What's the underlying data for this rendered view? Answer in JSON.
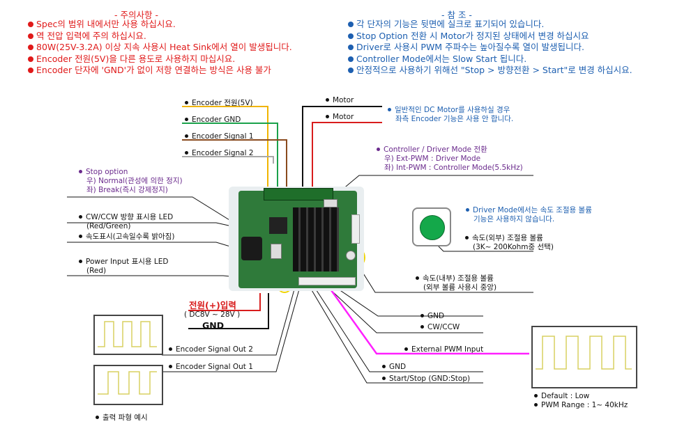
{
  "caution": {
    "title": "- 주의사항 -",
    "items": [
      "Spec의 범위 내에서만 사용 하십시요.",
      "역 전압 입력에 주의 하십시요.",
      "80W(25V-3.2A) 이상 지속 사용시 Heat Sink에서 열이 발생됩니다.",
      "Encoder 전원(5V)을 다른 용도로 사용하지 마십시요.",
      "Encoder 단자에 'GND'가 없이 저항 연결하는 방식은 사용 불가"
    ]
  },
  "reference": {
    "title": "- 참 조 -",
    "items": [
      "각 단자의 기능은 뒷면에 실크로 표기되어 있습니다.",
      "Stop Option 전환 시 Motor가 정지된 상태에서 변경 하십시요",
      "Driver로 사용시 PWM 주파수는 높아질수록 열이 발생됩니다.",
      "Controller Mode에서는 Slow Start 됩니다.",
      "안정적으로 사용하기 위해선 \"Stop > 방향전환 > Start\"로 변경 하십시요."
    ]
  },
  "labels": {
    "enc_power": "Encoder 전원(5V)",
    "enc_gnd": "Encoder GND",
    "enc_sig1": "Encoder Signal 1",
    "enc_sig2": "Encoder Signal 2",
    "motor1": "Motor",
    "motor2": "Motor",
    "dc_motor_note1": "일반적인 DC Motor를 사용하실 경우",
    "dc_motor_note2": "좌측 Encoder 기능은 사용 안 합니다.",
    "mode_title": "Controller / Driver Mode 전환",
    "mode_right": "우) Ext-PWM : Driver Mode",
    "mode_left": "좌) Int-PWM : Controller Mode(5.5kHz)",
    "stop_title": "Stop option",
    "stop_right": "우) Normal(관성에 의한 정지)",
    "stop_left": "좌) Break(즉시 강제정지)",
    "cwccw_led": "CW/CCW 방향 표시용 LED",
    "cwccw_led_sub": "(Red/Green)",
    "speed_disp": "속도표시(고속일수록 밝아짐)",
    "power_led": "Power Input 표시용 LED",
    "power_led_sub": "(Red)",
    "driver_note1": "Driver Mode에서는 속도 조절용 볼륨",
    "driver_note2": "기능은 사용하지 않습니다.",
    "ext_vol": "속도(외부) 조절용 볼륨",
    "ext_vol_sub": "(3K~ 200Kohm중 선택)",
    "int_vol": "속도(내부) 조절용 볼륨",
    "int_vol_sub": "(외부 볼륨 사용시 중앙)",
    "power_in": "전원(+)입력",
    "power_in_sub": "( DC8V ~ 28V )",
    "gnd_main": "GND",
    "gnd1": "GND",
    "cwccw": "CW/CCW",
    "ext_pwm": "External PWM Input",
    "gnd2": "GND",
    "startstop": "Start/Stop (GND:Stop)",
    "enc_out2": "Encoder Signal Out 2",
    "enc_out1": "Encoder Signal Out 1",
    "wave_example": "출력 파형 예시",
    "default_low": "Default : Low",
    "pwm_range": "PWM Range : 1~ 40kHz"
  },
  "colors": {
    "caution": "#e01919",
    "reference": "#1d5fb0",
    "wire_yellow": "#f0b400",
    "wire_green": "#1aa14a",
    "wire_brown": "#8a4a1e",
    "wire_gray": "#a8a8a8",
    "wire_red": "#d81c1c",
    "wire_black": "#111111",
    "pwm_magenta": "#ff20ff",
    "knob_green": "#14a84a"
  }
}
